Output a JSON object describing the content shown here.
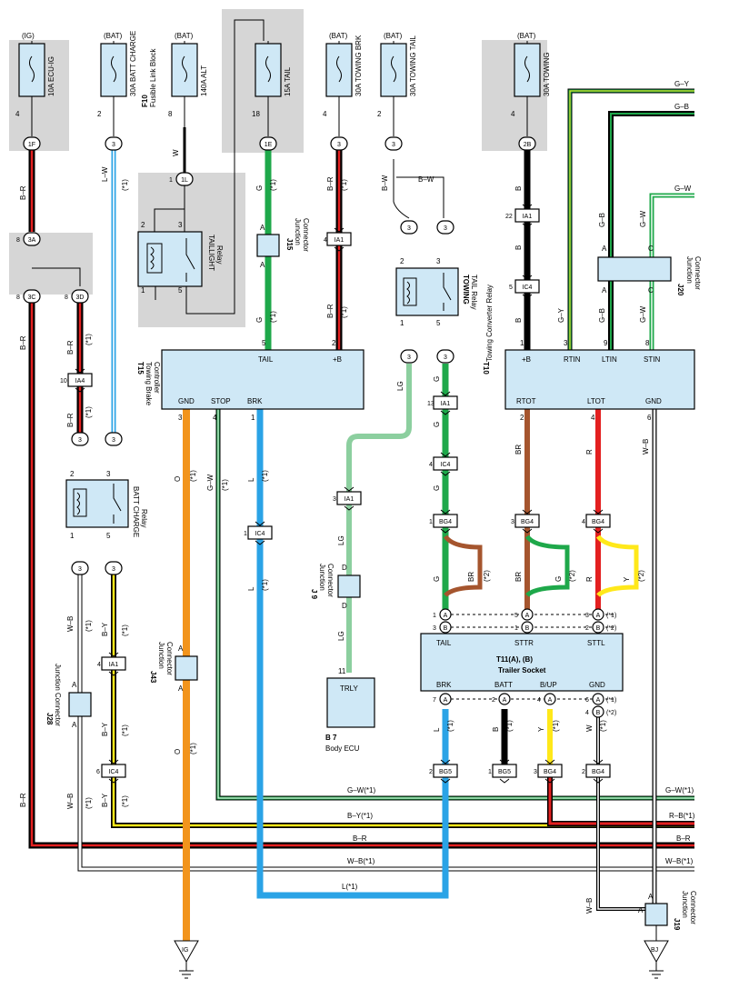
{
  "colors": {
    "component_fill": "#cfe8f6",
    "fuse_bg": "#d6d6d6",
    "wire_black": "#000000",
    "wire_red": "#e32020",
    "wire_yellow": "#ffe81a",
    "wire_green": "#1ea84a",
    "wire_blue": "#2aa3e6",
    "wire_orange": "#f2941c",
    "wire_brown": "#a5552e",
    "wire_lightgreen": "#8ccf9f",
    "wire_white": "#ffffff"
  },
  "fuses": {
    "ecu_ig": {
      "source": "(IG)",
      "label": "10A ECU-IG",
      "pin": "4",
      "connector": "1F"
    },
    "batt_charge": {
      "source": "(BAT)",
      "label": "30A BATT CHARGE",
      "pin": "2",
      "connector": "3"
    },
    "alt": {
      "source": "(BAT)",
      "label": "140A ALT",
      "pin": "8",
      "connector": "1L",
      "conn_pin": "1",
      "block_id": "F10",
      "block_name": "Fusible Link Block"
    },
    "tail": {
      "source": "",
      "label": "15A TAIL",
      "pin": "18",
      "connector": "1E"
    },
    "towing_brk": {
      "source": "(BAT)",
      "label": "30A TOWING BRK",
      "pin": "4",
      "connector": "3"
    },
    "towing_tail": {
      "source": "(BAT)",
      "label": "30A TOWING TAIL",
      "pin": "2",
      "connector": "3"
    },
    "towing": {
      "source": "(BAT)",
      "label": "30A TOWING",
      "pin": "4",
      "connector": "2B"
    }
  },
  "relays": {
    "taillight": {
      "name": "TAILLIGHT",
      "sub": "Relay",
      "pins": [
        "2",
        "3",
        "1",
        "5"
      ]
    },
    "towing_tail": {
      "name": "TOWING",
      "name2": "TAIL Relay",
      "pins": [
        "2",
        "3",
        "1",
        "5"
      ]
    },
    "batt_charge": {
      "name": "BATT CHARGE",
      "sub": "Relay",
      "pins": [
        "2",
        "3",
        "1",
        "5"
      ]
    }
  },
  "brake_controller": {
    "id": "T15",
    "name": "Towing Brake",
    "name2": "Controller",
    "pins": {
      "tail": "TAIL",
      "b": "+B",
      "gnd": "GND",
      "stop": "STOP",
      "brk": "BRK"
    },
    "pin_nums": {
      "tail": "5",
      "b": "2",
      "gnd": "3",
      "stop": "4",
      "brk": "1"
    }
  },
  "converter_relay": {
    "id": "T10",
    "name": "Towing Converter Relay",
    "pins": {
      "b": "+B",
      "rtin": "RTIN",
      "ltin": "LTIN",
      "stin": "STIN",
      "rtot": "RTOT",
      "ltot": "LTOT",
      "gnd": "GND"
    },
    "pin_nums": {
      "b": "1",
      "rtin": "3",
      "ltin": "9",
      "stin": "8",
      "rtot": "2",
      "ltot": "4",
      "gnd": "6"
    }
  },
  "trailer_socket": {
    "id": "T11(A), (B)",
    "name": "Trailer Socket",
    "pins": {
      "tail": "TAIL",
      "sttr": "STTR",
      "sttl": "STTL",
      "brk": "BRK",
      "batt": "BATT",
      "bup": "B/UP",
      "gnd": "GND"
    }
  },
  "body_ecu": {
    "id": "B 7",
    "name": "Body ECU",
    "pin": "TRLY",
    "pin_num": "11"
  },
  "junctions": {
    "j15": {
      "id": "J15",
      "name": "Junction",
      "name2": "Connector",
      "a": "A"
    },
    "j20": {
      "id": "J20",
      "name": "Junction",
      "name2": "Connector",
      "a": "A",
      "c": "C"
    },
    "j9": {
      "id": "J 9",
      "name": "Junction",
      "name2": "Connector",
      "d": "D"
    },
    "j43": {
      "id": "J43",
      "name": "Junction",
      "name2": "Connector",
      "a": "A"
    },
    "j28": {
      "id": "J28",
      "name": "Junction Connector",
      "a": "A"
    },
    "j19": {
      "id": "J19",
      "name": "Junction",
      "name2": "Connector",
      "a": "A"
    }
  },
  "connectors": {
    "c3a": "3A",
    "c3c": "3C",
    "c3d": "3D",
    "ia4": "IA4",
    "ia1": "IA1",
    "ic4": "IC4",
    "bg4": "BG4",
    "bg5": "BG5",
    "circle3": "3",
    "a": "A",
    "b": "B"
  },
  "wire_labels": {
    "br": "B–R",
    "lw": "L–W",
    "w": "W",
    "g": "G",
    "bw": "B–W",
    "b": "B",
    "gy": "G–Y",
    "gb": "G–B",
    "gw": "G–W",
    "lg": "LG",
    "o": "O",
    "l": "L",
    "by": "B–Y",
    "wb": "W–B",
    "brn": "BR",
    "r": "R",
    "y": "Y",
    "star1": "(*1)",
    "star2": "(*2)"
  },
  "bus_labels": {
    "gw1": "G–W(*1)",
    "by1": "B–Y(*1)",
    "rb1": "R–B(*1)",
    "br": "B–R",
    "wb1": "W–B(*1)",
    "l1": "L(*1)"
  },
  "grounds": {
    "ig": "IG",
    "bj": "BJ"
  },
  "pin_numbers": {
    "p1": "1",
    "p2": "2",
    "p3": "3",
    "p4": "4",
    "p5": "5",
    "p6": "6",
    "p7": "7",
    "p8": "8",
    "p9": "9",
    "p10": "10",
    "p13": "13",
    "p22": "22"
  }
}
